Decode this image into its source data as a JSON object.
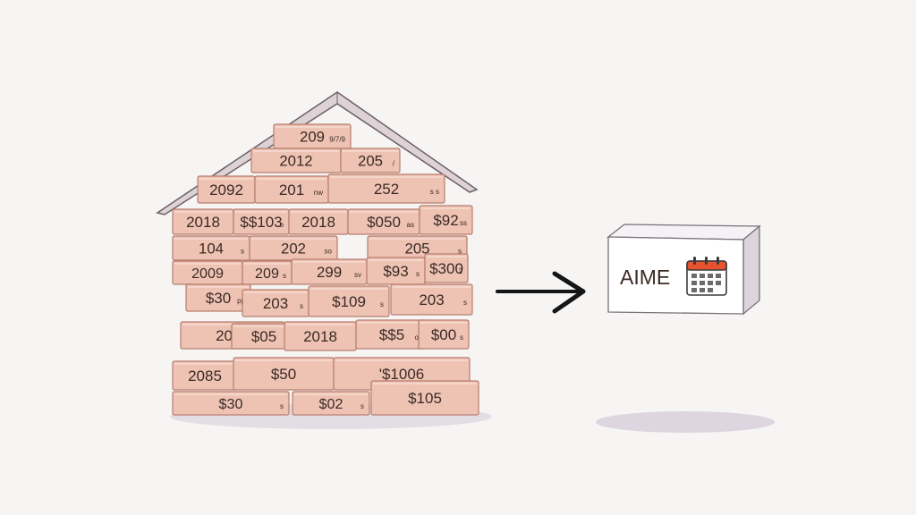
{
  "house": {
    "bricks": [
      {
        "main": "209",
        "small": "9/7/9"
      },
      {
        "main": "2012",
        "small": ""
      },
      {
        "main": "205",
        "small": "/"
      },
      {
        "main": "2092",
        "small": ""
      },
      {
        "main": "201",
        "small": "nw"
      },
      {
        "main": "252",
        "small": "s s"
      },
      {
        "main": "2018",
        "small": ""
      },
      {
        "main": "$$103",
        "small": "o"
      },
      {
        "main": "2018",
        "small": ""
      },
      {
        "main": "$050",
        "small": "as"
      },
      {
        "main": "$92",
        "small": "ss"
      },
      {
        "main": "104",
        "small": "s"
      },
      {
        "main": "202",
        "small": "so"
      },
      {
        "main": "205",
        "small": "s"
      },
      {
        "main": "2009",
        "small": ""
      },
      {
        "main": "209",
        "small": "s"
      },
      {
        "main": "299",
        "small": "sv"
      },
      {
        "main": "$93",
        "small": "s"
      },
      {
        "main": "$300",
        "small": "2"
      },
      {
        "main": "$30",
        "small": "pp"
      },
      {
        "main": "203",
        "small": "s"
      },
      {
        "main": "$109",
        "small": "s"
      },
      {
        "main": "203",
        "small": "s"
      },
      {
        "main": "2092",
        "small": ""
      },
      {
        "main": "$05",
        "small": "s"
      },
      {
        "main": "2018",
        "small": ""
      },
      {
        "main": "$$5",
        "small": "os"
      },
      {
        "main": "$00",
        "small": "s"
      },
      {
        "main": "2085",
        "small": ""
      },
      {
        "main": "$50",
        "small": ""
      },
      {
        "main": "'$1006",
        "small": ""
      },
      {
        "main": "$30",
        "small": "s"
      },
      {
        "main": "$02",
        "small": "s"
      },
      {
        "main": "$105",
        "small": ""
      }
    ]
  },
  "box": {
    "label": "AIME"
  },
  "icons": {
    "arrow": "arrow-right-icon",
    "calendar": "calendar-icon"
  },
  "colors": {
    "brick_fill": "#eec3b4",
    "brick_stroke": "#b77d6e",
    "roof_fill": "#ddd3d7",
    "background": "#f6f5f4",
    "calendar_accent": "#e8532f"
  }
}
